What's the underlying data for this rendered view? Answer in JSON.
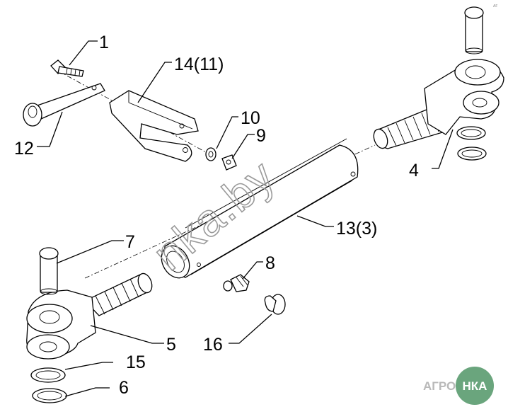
{
  "watermark": "nka.by",
  "corner_mark": "AF",
  "logo": {
    "text_left": "АГРО",
    "text_right": "НКА",
    "colors": {
      "green": "#6aa57d",
      "gray": "#b9b9b9"
    }
  },
  "callouts": [
    {
      "id": "c1",
      "label": "1"
    },
    {
      "id": "c4",
      "label": "4"
    },
    {
      "id": "c5",
      "label": "5"
    },
    {
      "id": "c6",
      "label": "6"
    },
    {
      "id": "c7",
      "label": "7"
    },
    {
      "id": "c8",
      "label": "8"
    },
    {
      "id": "c9",
      "label": "9"
    },
    {
      "id": "c10",
      "label": "10"
    },
    {
      "id": "c12",
      "label": "12"
    },
    {
      "id": "c13",
      "label": "13(3)"
    },
    {
      "id": "c14",
      "label": "14(11)"
    },
    {
      "id": "c15",
      "label": "15"
    },
    {
      "id": "c16",
      "label": "16"
    }
  ]
}
